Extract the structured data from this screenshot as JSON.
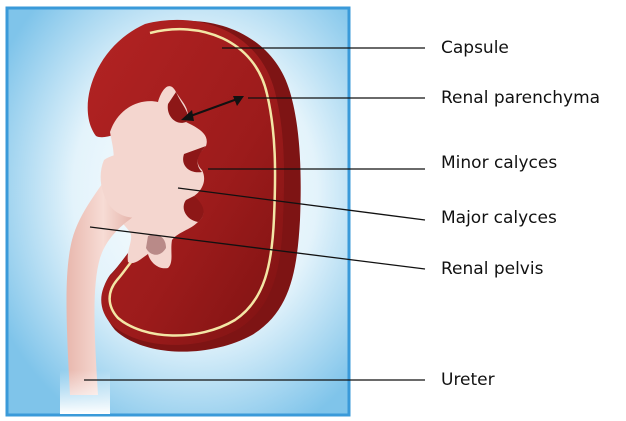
{
  "labels": {
    "capsule": "Capsule",
    "renal_parenchyma": "Renal parenchyma",
    "minor_calyces": "Minor calyces",
    "major_calyces": "Major calyces",
    "renal_pelvis": "Renal pelvis",
    "ureter": "Ureter"
  },
  "colors": {
    "frame_border": "#3a9ad9",
    "kidney_red": "#a11d1d",
    "capsule_line": "#f3e6a6",
    "pelvis_pink": "#f4d6cf"
  }
}
